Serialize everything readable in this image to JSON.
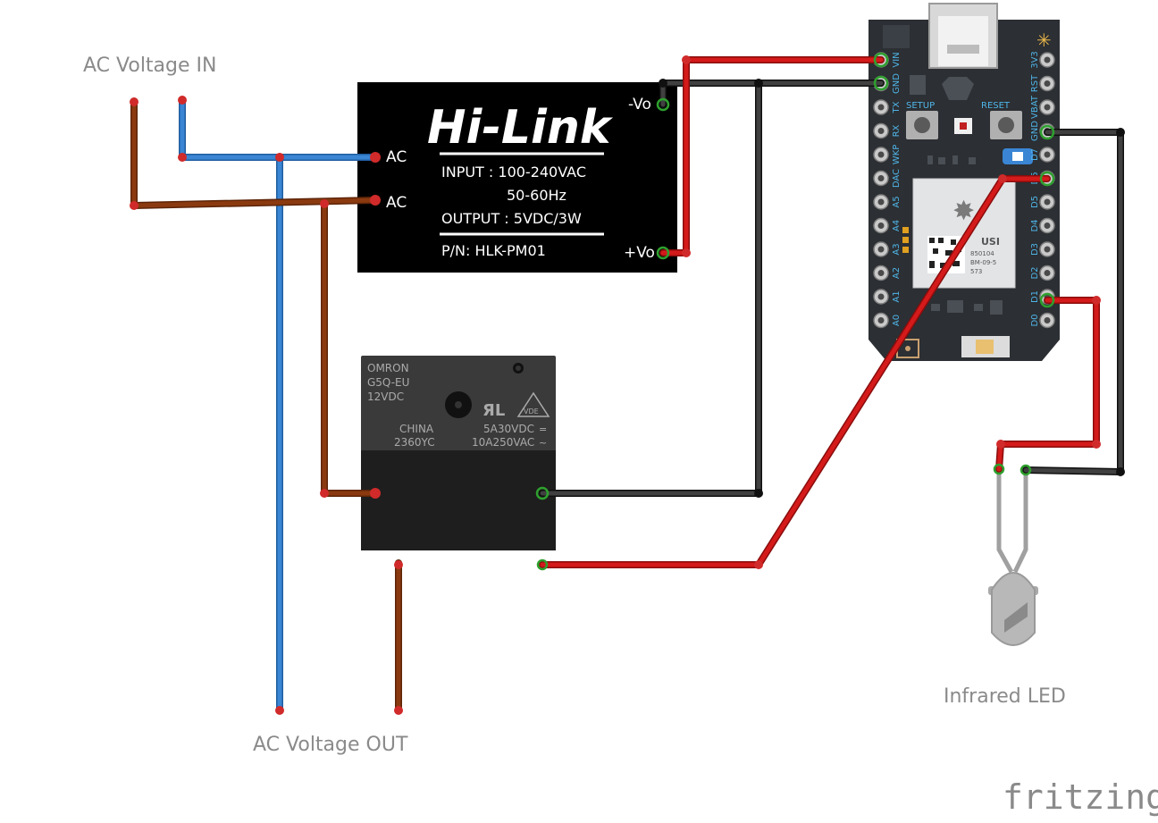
{
  "labels": {
    "ac_in": "AC Voltage IN",
    "ac_out": "AC Voltage OUT",
    "ir_led": "Infrared LED",
    "brand": "fritzing"
  },
  "hilink": {
    "logo": "Hi-Link",
    "input": "INPUT : 100-240VAC",
    "freq": "50-60Hz",
    "output": "OUTPUT : 5VDC/3W",
    "pn": "P/N: HLK-PM01",
    "pin_ac1": "AC",
    "pin_ac2": "AC",
    "pin_neg": "-Vo",
    "pin_pos": "+Vo"
  },
  "relay": {
    "brand": "OMRON",
    "model": "G5Q-EU",
    "coil": "12VDC",
    "origin": "CHINA",
    "code": "2360YC",
    "rating_dc": "5A30VDC",
    "rating_ac": "10A250VAC",
    "ul_mark": "ЯL",
    "vde_mark": "VDE"
  },
  "photon": {
    "left_pins": [
      "VIN",
      "GND",
      "TX",
      "RX",
      "WKP",
      "DAC",
      "A5",
      "A4",
      "A3",
      "A2",
      "A1",
      "A0"
    ],
    "right_pins": [
      "3V3",
      "RST",
      "VBAT",
      "GND",
      "D7",
      "D6",
      "D5",
      "D4",
      "D3",
      "D2",
      "D1",
      "D0"
    ],
    "setup": "SETUP",
    "reset": "RESET",
    "module_brand": "USI",
    "module_line1": "850104",
    "module_line2": "BM-09-5",
    "module_line3": "573"
  },
  "colors": {
    "wire_red": "#cc1414",
    "wire_black": "#2a2a2a",
    "wire_blue": "#3a86d4",
    "wire_brown": "#8b3a10",
    "board": "#2c2f33",
    "module": "#e2e4e6",
    "label_gray": "#8a8a8a"
  }
}
